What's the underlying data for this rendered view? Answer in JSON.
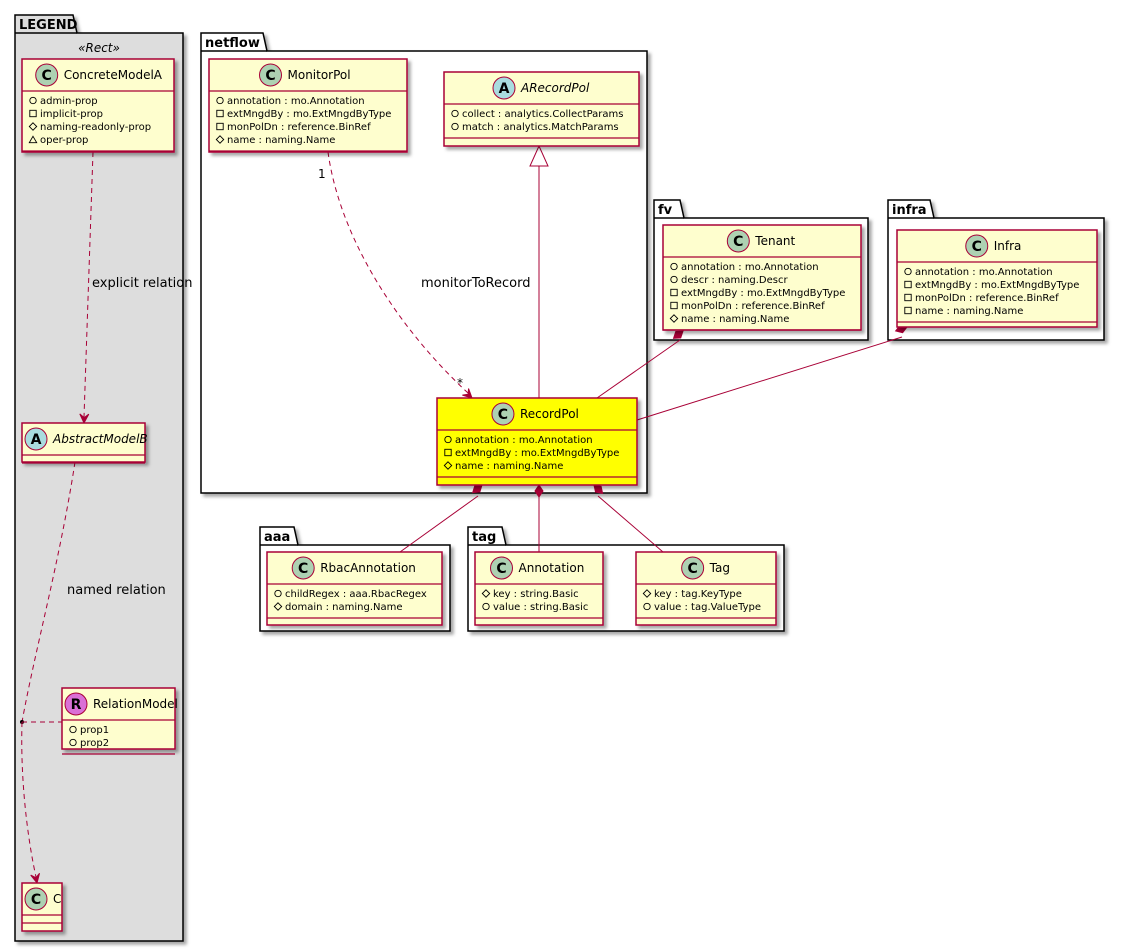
{
  "colors": {
    "class_fill": "#FEFECE",
    "class_border": "#A80036",
    "highlight_fill": "#FFFF00",
    "legend_fill": "#DDDDDD",
    "circle_class": "#ADD1B2",
    "circle_abstract": "#A9DCDF",
    "circle_relation": "#DA70D6",
    "line": "#A80036"
  },
  "packages": {
    "legend": {
      "title": "LEGEND",
      "stereotype": "«Rect»"
    },
    "netflow": {
      "title": "netflow"
    },
    "fv": {
      "title": "fv"
    },
    "infra": {
      "title": "infra"
    },
    "aaa": {
      "title": "aaa"
    },
    "tag": {
      "title": "tag"
    }
  },
  "classes": {
    "concreteA": {
      "name": "ConcreteModelA",
      "circle": "C",
      "abstract": false,
      "attrs": [
        {
          "vis": "public",
          "text": "admin-prop"
        },
        {
          "vis": "private",
          "text": "implicit-prop"
        },
        {
          "vis": "protected",
          "text": "naming-readonly-prop"
        },
        {
          "vis": "package",
          "text": "oper-prop"
        }
      ]
    },
    "abstractB": {
      "name": "AbstractModelB",
      "circle": "A",
      "abstract": true,
      "attrs": []
    },
    "relModel": {
      "name": "RelationModel",
      "circle": "R",
      "abstract": false,
      "attrs": [
        {
          "vis": "public",
          "text": "prop1"
        },
        {
          "vis": "public",
          "text": "prop2"
        }
      ]
    },
    "classC": {
      "name": "C",
      "circle": "C",
      "abstract": false,
      "attrs": []
    },
    "monitorPol": {
      "name": "MonitorPol",
      "circle": "C",
      "abstract": false,
      "attrs": [
        {
          "vis": "public",
          "text": "annotation : mo.Annotation"
        },
        {
          "vis": "private",
          "text": "extMngdBy : mo.ExtMngdByType"
        },
        {
          "vis": "private",
          "text": "monPolDn : reference.BinRef"
        },
        {
          "vis": "protected",
          "text": "name : naming.Name"
        }
      ]
    },
    "aRecordPol": {
      "name": "ARecordPol",
      "circle": "A",
      "abstract": true,
      "attrs": [
        {
          "vis": "public",
          "text": "collect : analytics.CollectParams"
        },
        {
          "vis": "public",
          "text": "match : analytics.MatchParams"
        }
      ]
    },
    "recordPol": {
      "name": "RecordPol",
      "circle": "C",
      "abstract": false,
      "attrs": [
        {
          "vis": "public",
          "text": "annotation : mo.Annotation"
        },
        {
          "vis": "private",
          "text": "extMngdBy : mo.ExtMngdByType"
        },
        {
          "vis": "protected",
          "text": "name : naming.Name"
        }
      ]
    },
    "tenant": {
      "name": "Tenant",
      "circle": "C",
      "abstract": false,
      "attrs": [
        {
          "vis": "public",
          "text": "annotation : mo.Annotation"
        },
        {
          "vis": "public",
          "text": "descr : naming.Descr"
        },
        {
          "vis": "private",
          "text": "extMngdBy : mo.ExtMngdByType"
        },
        {
          "vis": "private",
          "text": "monPolDn : reference.BinRef"
        },
        {
          "vis": "protected",
          "text": "name : naming.Name"
        }
      ]
    },
    "infra": {
      "name": "Infra",
      "circle": "C",
      "abstract": false,
      "attrs": [
        {
          "vis": "public",
          "text": "annotation : mo.Annotation"
        },
        {
          "vis": "private",
          "text": "extMngdBy : mo.ExtMngdByType"
        },
        {
          "vis": "private",
          "text": "monPolDn : reference.BinRef"
        },
        {
          "vis": "private",
          "text": "name : naming.Name"
        }
      ]
    },
    "rbac": {
      "name": "RbacAnnotation",
      "circle": "C",
      "abstract": false,
      "attrs": [
        {
          "vis": "public",
          "text": "childRegex : aaa.RbacRegex"
        },
        {
          "vis": "protected",
          "text": "domain : naming.Name"
        }
      ]
    },
    "annotation": {
      "name": "Annotation",
      "circle": "C",
      "abstract": false,
      "attrs": [
        {
          "vis": "protected",
          "text": "key : string.Basic"
        },
        {
          "vis": "public",
          "text": "value : string.Basic"
        }
      ]
    },
    "tag": {
      "name": "Tag",
      "circle": "C",
      "abstract": false,
      "attrs": [
        {
          "vis": "protected",
          "text": "key : tag.KeyType"
        },
        {
          "vis": "public",
          "text": "value : tag.ValueType"
        }
      ]
    }
  },
  "relations": {
    "explicit": "explicit relation",
    "named": "named relation",
    "monitor_to_record": "monitorToRecord",
    "mult_one": "1",
    "mult_many": "*"
  }
}
